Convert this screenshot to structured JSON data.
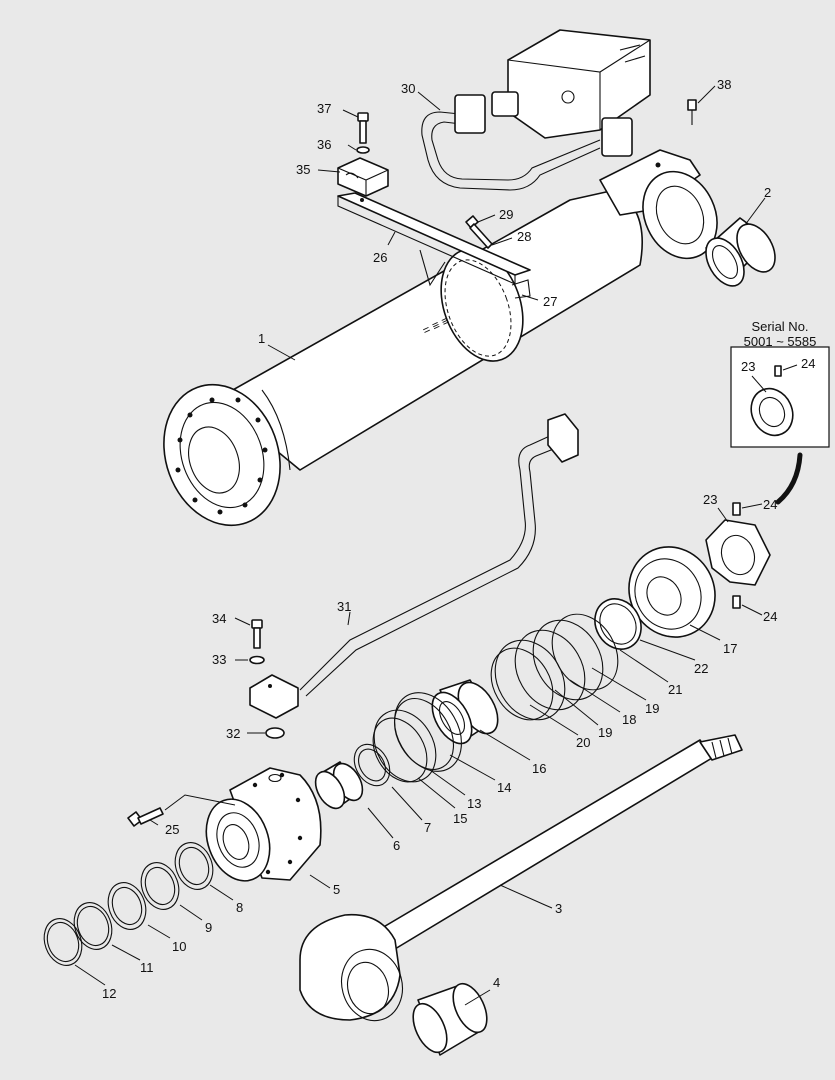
{
  "inset": {
    "title": "Serial No.",
    "range": "5001 ~ 5585"
  },
  "labels": {
    "l1": "1",
    "l2": "2",
    "l3": "3",
    "l4": "4",
    "l5": "5",
    "l6": "6",
    "l7": "7",
    "l8": "8",
    "l9": "9",
    "l10": "10",
    "l11": "11",
    "l12": "12",
    "l13": "13",
    "l14": "14",
    "l15": "15",
    "l16": "16",
    "l17": "17",
    "l18": "18",
    "l19a": "19",
    "l19b": "19",
    "l20": "20",
    "l21": "21",
    "l22": "22",
    "l23a": "23",
    "l23b": "23",
    "l24a": "24",
    "l24b": "24",
    "l24c": "24",
    "l25": "25",
    "l26": "26",
    "l27": "27",
    "l28": "28",
    "l29": "29",
    "l30": "30",
    "l31": "31",
    "l32": "32",
    "l33": "33",
    "l34": "34",
    "l35": "35",
    "l36": "36",
    "l37": "37",
    "l38": "38"
  }
}
